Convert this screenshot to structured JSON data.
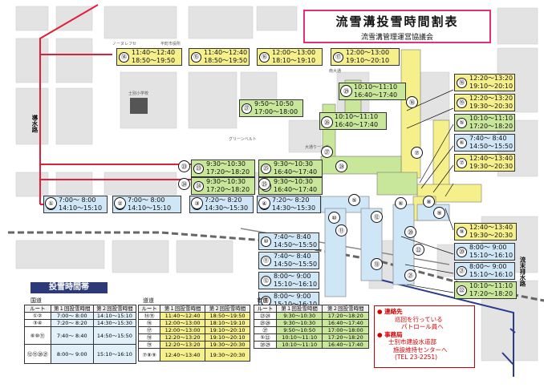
{
  "header": {
    "title": "流雪溝投雪時間割表",
    "subtitle": "流雪溝管理運営協議会"
  },
  "map_labels": {
    "intake": "導水路",
    "outflow": "流末排水路"
  },
  "time_boxes": [
    {
      "id": "box-14",
      "num": "⑭",
      "t1": "11:40〜12:40",
      "t2": "18:50〜19:50",
      "color": "y"
    },
    {
      "id": "box-15",
      "num": "⑮",
      "t1": "11:40〜12:40",
      "t2": "18:50〜19:50",
      "color": "y"
    },
    {
      "id": "box-16",
      "num": "⑯",
      "t1": "12:00〜13:00",
      "t2": "18:10〜19:10",
      "color": "y"
    },
    {
      "id": "box-17",
      "num": "⑰",
      "t1": "12:00〜13:00",
      "t2": "19:10〜20:10",
      "color": "y"
    },
    {
      "id": "box-29",
      "num": "㉙",
      "t1": "10:10〜11:10",
      "t2": "16:40〜17:40",
      "color": "g"
    },
    {
      "id": "box-27",
      "num": "㉗",
      "t1": "9:50〜10:50",
      "t2": "17:00〜18:00",
      "color": "g"
    },
    {
      "id": "box-26",
      "num": "㉖",
      "t1": "10:10〜11:10",
      "t2": "16:40〜17:40",
      "color": "g"
    },
    {
      "id": "box-18",
      "num": "⑱",
      "t1": "12:20〜13:20",
      "t2": "19:10〜20:10",
      "color": "y"
    },
    {
      "id": "box-19",
      "num": "⑲",
      "t1": "12:20〜13:20",
      "t2": "19:30〜20:30",
      "color": "y"
    },
    {
      "id": "box-5",
      "num": "⑤",
      "t1": "10:10〜11:10",
      "t2": "17:20〜18:20",
      "color": "g"
    },
    {
      "id": "box-6",
      "num": "⑥",
      "t1": "7:40〜 8:40",
      "t2": "14:50〜15:50",
      "color": "b"
    },
    {
      "id": "box-7",
      "num": "⑦",
      "t1": "12:40〜13:40",
      "t2": "19:30〜20:30",
      "color": "y"
    },
    {
      "id": "box-23",
      "num": "㉓",
      "t1": "9:30〜10:30",
      "t2": "17:20〜18:20",
      "color": "g"
    },
    {
      "id": "box-25",
      "num": "㉕",
      "t1": "9:30〜10:30",
      "t2": "16:40〜17:40",
      "color": "g"
    },
    {
      "id": "box-24",
      "num": "㉔",
      "t1": "9:30〜10:30",
      "t2": "17:20〜18:20",
      "color": "g"
    },
    {
      "id": "box-26b",
      "num": "㉖",
      "t1": "9:30〜10:30",
      "t2": "16:40〜17:40",
      "color": "g"
    },
    {
      "id": "box-1",
      "num": "①",
      "t1": "7:00〜 8:00",
      "t2": "14:10〜15:10",
      "color": "b"
    },
    {
      "id": "box-2",
      "num": "②",
      "t1": "7:00〜 8:00",
      "t2": "14:10〜15:10",
      "color": "b"
    },
    {
      "id": "box-3",
      "num": "③",
      "t1": "7:20〜 8:20",
      "t2": "14:30〜15:30",
      "color": "b"
    },
    {
      "id": "box-4",
      "num": "④",
      "t1": "7:20〜 8:20",
      "t2": "14:30〜15:30",
      "color": "b"
    },
    {
      "id": "box-9",
      "num": "⑨",
      "t1": "12:40〜13:40",
      "t2": "19:30〜20:30",
      "color": "y"
    },
    {
      "id": "box-10",
      "num": "⑩",
      "t1": "7:40〜 8:40",
      "t2": "14:50〜15:50",
      "color": "b"
    },
    {
      "id": "box-11",
      "num": "⑪",
      "t1": "7:40〜 8:40",
      "t2": "14:50〜15:50",
      "color": "b"
    },
    {
      "id": "box-20",
      "num": "⑳",
      "t1": "8:00〜 9:00",
      "t2": "15:10〜16:10",
      "color": "b"
    },
    {
      "id": "box-12",
      "num": "⑫",
      "t1": "8:00〜 9:00",
      "t2": "15:10〜16:10",
      "color": "b"
    },
    {
      "id": "box-21",
      "num": "㉑",
      "t1": "8:00〜 9:00",
      "t2": "15:10〜16:10",
      "color": "b"
    },
    {
      "id": "box-13",
      "num": "⑬",
      "t1": "8:00〜 9:00",
      "t2": "15:10〜16:10",
      "color": "b"
    },
    {
      "id": "box-22",
      "num": "㉒",
      "t1": "10:10〜11:10",
      "t2": "17:20〜18:20",
      "color": "g"
    }
  ],
  "map_badges": [
    "⑱",
    "㉙",
    "㉖",
    "㉗",
    "㉘",
    "⑤",
    "⑧",
    "⑥",
    "⑦",
    "⑨",
    "⑩",
    "⑪",
    "⑫",
    "⑬",
    "⑳",
    "㉑",
    "㉒",
    "㉓",
    "㉔",
    "㉕",
    "①",
    "②",
    "③",
    "④"
  ],
  "legend": {
    "title": "投雪時間帯",
    "cols": [
      "ルート",
      "第１回投雪時間",
      "第２回投雪時間"
    ],
    "national": {
      "label": "国道",
      "rows": [
        [
          "①②",
          "7:00〜 8:00",
          "14:10〜15:10"
        ],
        [
          "③④",
          "7:20〜 8:20",
          "14:30〜15:30"
        ],
        [
          "⑥⑩⑪",
          "7:40〜 8:40",
          "14:50〜15:50"
        ],
        [
          "⑫⑬⑳㉑",
          "8:00〜 9:00",
          "15:10〜16:10"
        ]
      ]
    },
    "prefectural": {
      "label": "道道",
      "rows": [
        [
          "⑭⑮",
          "11:40〜12:40",
          "18:50〜19:50"
        ],
        [
          "⑯",
          "12:00〜13:00",
          "18:10〜19:10"
        ],
        [
          "⑰",
          "12:00〜13:00",
          "19:10〜20:10"
        ],
        [
          "⑱",
          "12:20〜13:20",
          "19:10〜20:10"
        ],
        [
          "⑲",
          "12:20〜13:20",
          "19:30〜20:30"
        ],
        [
          "⑦⑧⑨",
          "12:40〜13:40",
          "19:30〜20:30"
        ]
      ]
    },
    "municipal": {
      "label": "市道",
      "rows": [
        [
          "㉓㉔",
          "9:30〜10:30",
          "17:20〜18:20"
        ],
        [
          "㉕㉖",
          "9:30〜10:30",
          "16:40〜17:40"
        ],
        [
          "㉗",
          "9:50〜10:50",
          "17:00〜18:00"
        ],
        [
          "⑤㉒",
          "10:10〜11:10",
          "17:20〜18:20"
        ],
        [
          "㉘㉙",
          "10:10〜11:10",
          "16:40〜17:40"
        ]
      ]
    }
  },
  "contact": {
    "h1": "● 連絡先",
    "l1": "巡回を行っている",
    "l2": "パトロール員へ",
    "h2": "● 事務局",
    "l3": "士別市建設水道部",
    "l4": "施設維持センターへ",
    "l5": "(TEL 23-2251)"
  },
  "colors": {
    "prefectural_route": "#f5f08c",
    "municipal_route": "#c9e79a",
    "national_route": "#cfe6f6",
    "intake_line": "#e0203a",
    "outflow_line": "#2a3a8c"
  }
}
